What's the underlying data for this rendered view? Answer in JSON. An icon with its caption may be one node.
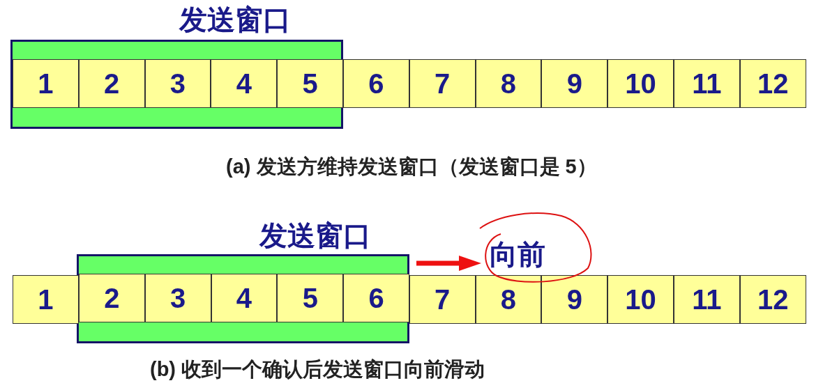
{
  "diagram": {
    "nodes": [
      {
        "text": [
          "发送窗口"
        ]
      },
      {
        "text": [
          "1"
        ],
        "in": 0
      },
      {
        "text": [
          "2"
        ],
        "in": 0
      },
      {
        "text": [
          "3"
        ],
        "in": 0
      },
      {
        "text": [
          "4"
        ],
        "in": 0
      },
      {
        "text": [
          "5"
        ],
        "in": 0
      },
      {
        "text": [
          "6"
        ]
      },
      {
        "text": [
          "7"
        ]
      },
      {
        "text": [
          "8"
        ]
      },
      {
        "text": [
          "9"
        ]
      },
      {
        "text": [
          "10"
        ]
      },
      {
        "text": [
          "11"
        ]
      },
      {
        "text": [
          "12"
        ]
      },
      {
        "text": [
          "发送窗口"
        ]
      },
      {
        "text": [
          "1"
        ]
      },
      {
        "text": [
          "2"
        ],
        "in": 13
      },
      {
        "text": [
          "3"
        ],
        "in": 13
      },
      {
        "text": [
          "4"
        ],
        "in": 13
      },
      {
        "text": [
          "5"
        ],
        "in": 13
      },
      {
        "text": [
          "6"
        ],
        "in": 13
      },
      {
        "text": [
          "7"
        ]
      },
      {
        "text": [
          "8"
        ]
      },
      {
        "text": [
          "9"
        ]
      },
      {
        "text": [
          "10"
        ]
      },
      {
        "text": [
          "11"
        ]
      },
      {
        "text": [
          "12"
        ]
      }
    ],
    "labels": [
      "(a) 发送方维持发送窗口（发送窗口是 5）",
      "向前",
      "(b) 收到一个确认后发送窗口向前滑动"
    ]
  }
}
